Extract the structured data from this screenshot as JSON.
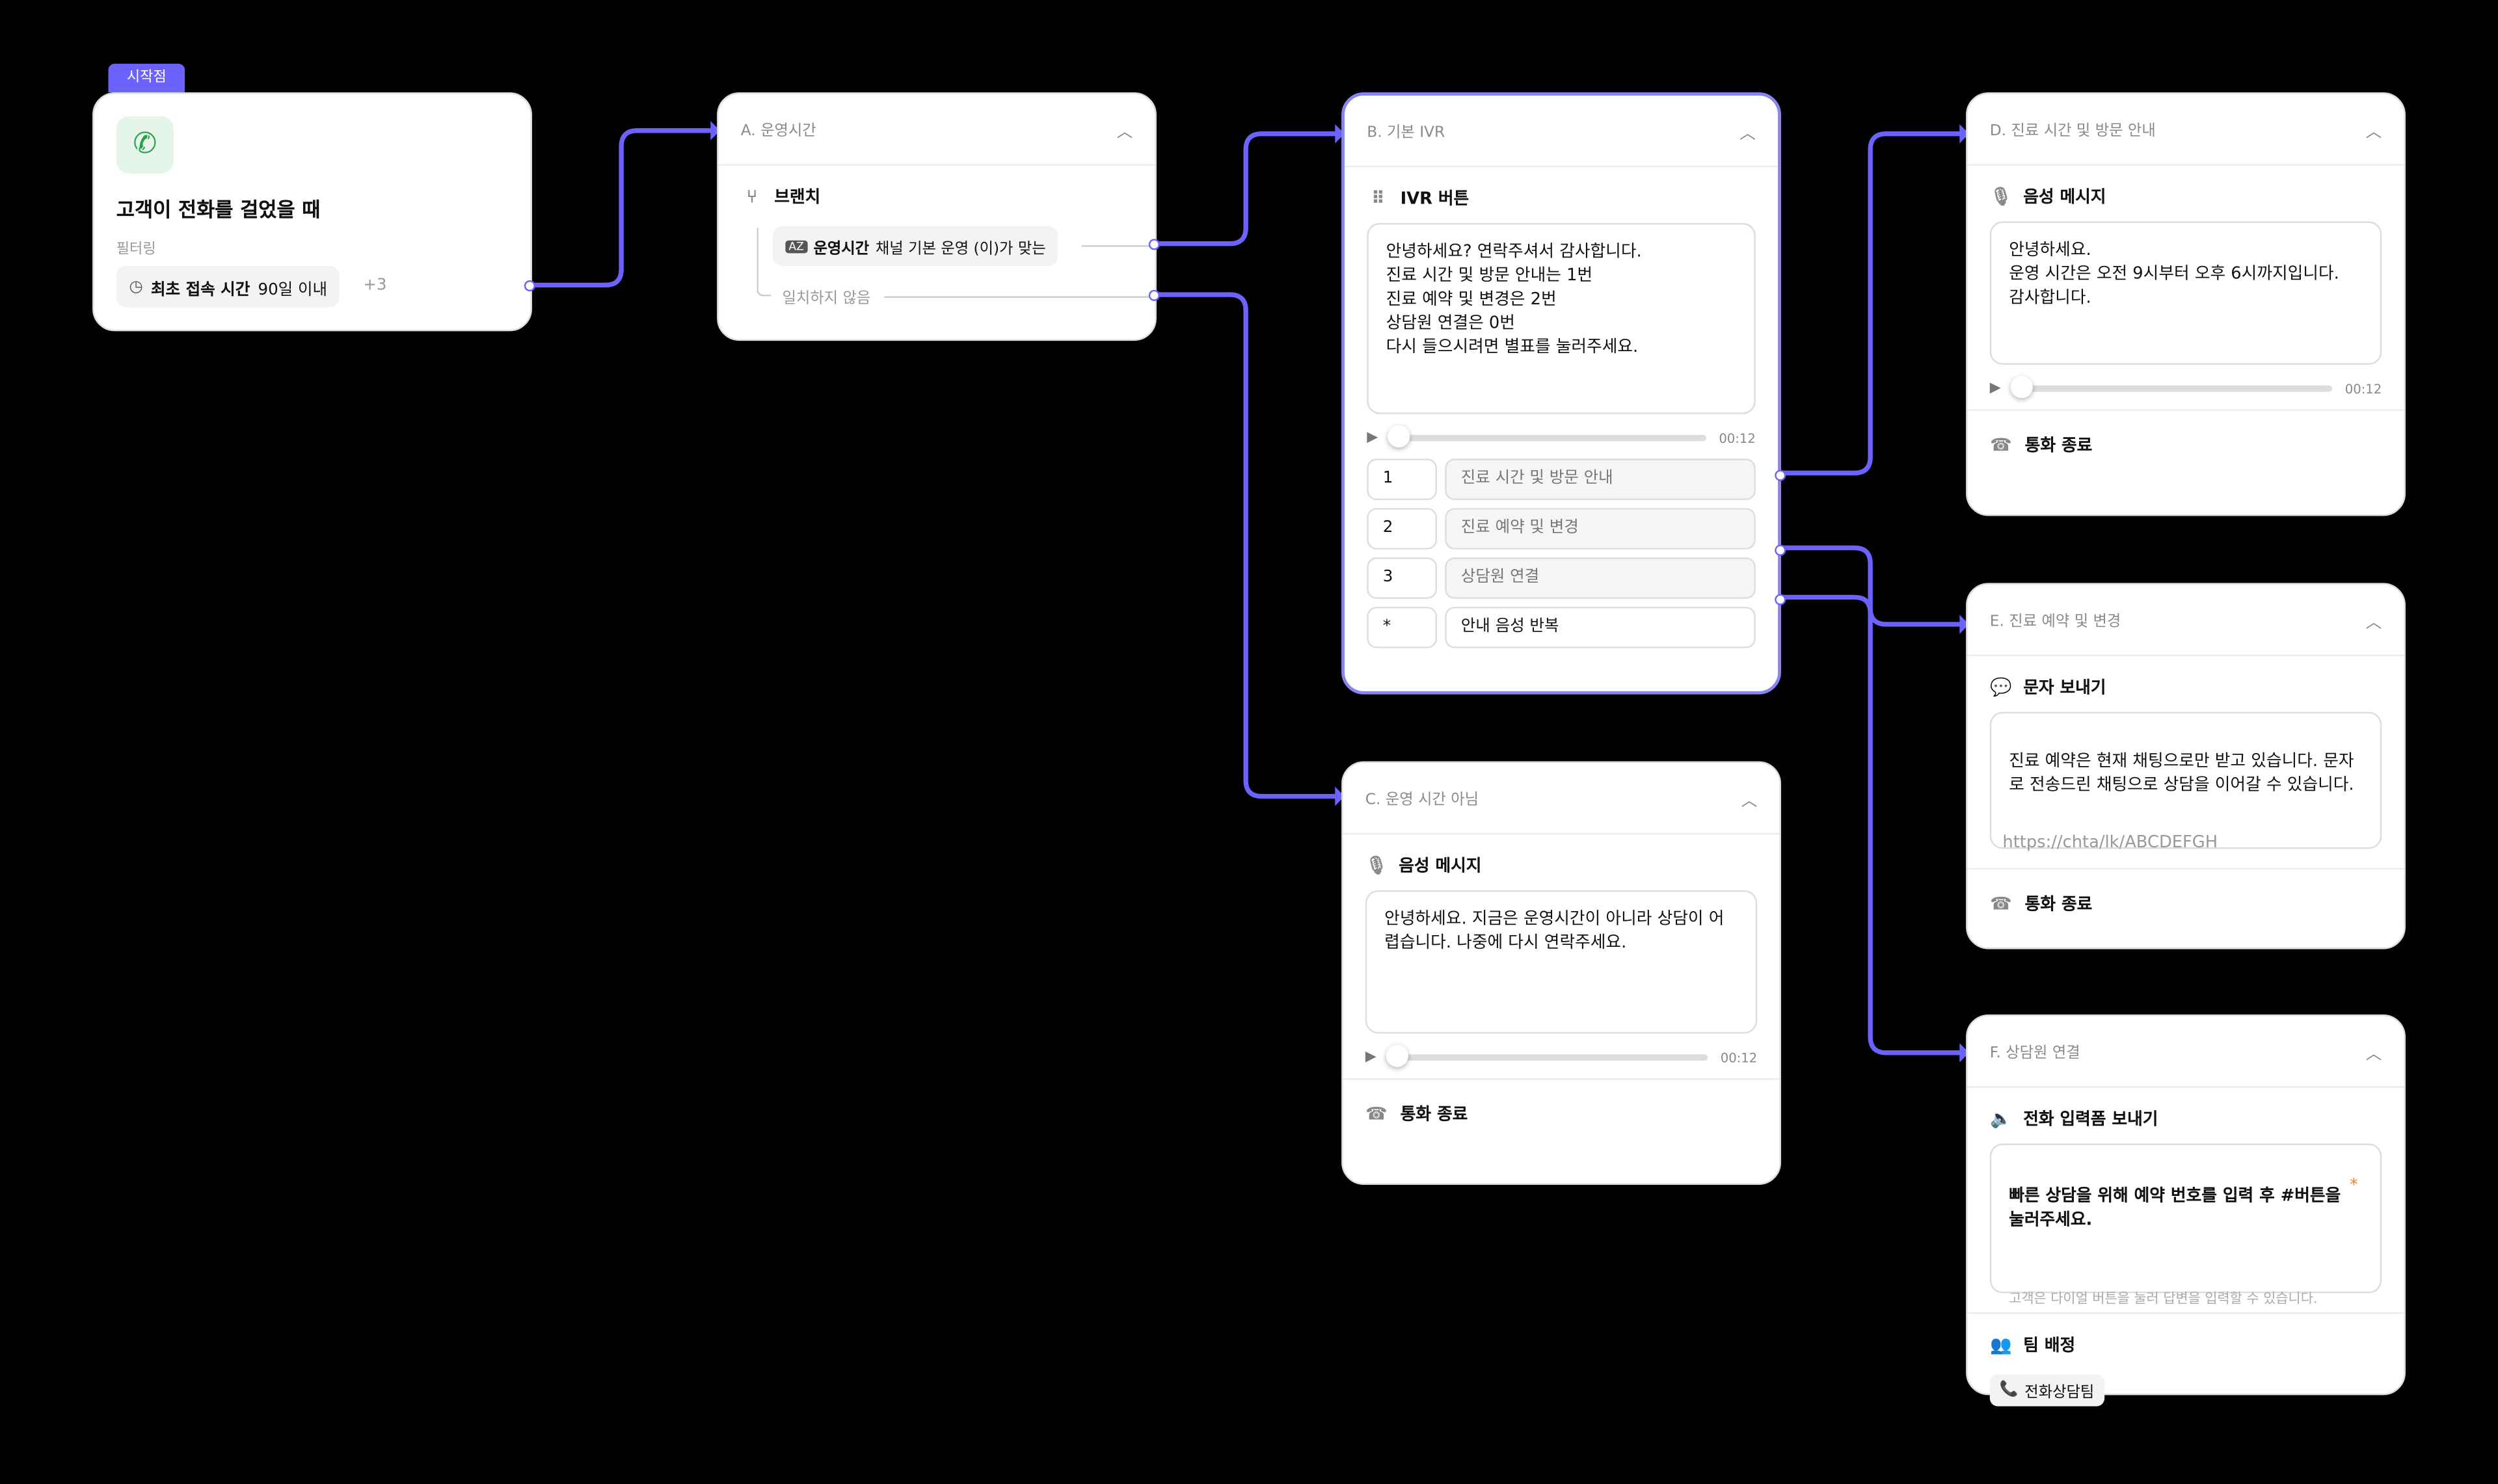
{
  "accent": "#6c63ff",
  "start": {
    "badge": "시작점",
    "icon": "phone-incoming-icon",
    "title": "고객이 전화를 걸었을 때",
    "filter_label": "필터링",
    "filter_name": "최초 접속 시간",
    "filter_value": "90일 이내",
    "more": "+3"
  },
  "node_a": {
    "title": "A. 운영시간",
    "section": "브랜치",
    "condition_field": "운영시간",
    "condition_text": "채널 기본 운영 (이)가 맞는",
    "else_label": "일치하지 않음"
  },
  "node_b": {
    "title": "B. 기본 IVR",
    "section": "IVR 버튼",
    "message": "안녕하세요? 연락주셔서 감사합니다.\n진료 시간 및 방문 안내는 1번\n진료 예약 및 변경은 2번\n상담원 연결은 0번\n다시 들으시려면 별표를 눌러주세요.",
    "duration": "00:12",
    "progress": 0,
    "buttons": [
      {
        "key": "1",
        "label": "진료 시간 및 방문 안내"
      },
      {
        "key": "2",
        "label": "진료 예약 및 변경"
      },
      {
        "key": "3",
        "label": "상담원 연결"
      },
      {
        "key": "*",
        "label": "안내 음성 반복"
      }
    ]
  },
  "node_c": {
    "title": "C. 운영 시간 아님",
    "section": "음성 메시지",
    "message": "안녕하세요. 지금은 운영시간이 아니라 상담이 어렵습니다. 나중에 다시 연락주세요.",
    "duration": "00:12",
    "progress": 0,
    "end": "통화 종료"
  },
  "node_d": {
    "title": "D. 진료 시간 및 방문 안내",
    "section": "음성 메시지",
    "message": "안녕하세요.\n운영 시간은 오전 9시부터 오후 6시까지입니다.\n감사합니다.",
    "duration": "00:12",
    "progress": 0,
    "end": "통화 종료"
  },
  "node_e": {
    "title": "E. 진료 예약 및 변경",
    "section": "문자 보내기",
    "message": "진료 예약은 현재 채팅으로만 받고 있습니다. 문자로 전송드린 채팅으로 상담을 이어갈 수 있습니다.",
    "link": "https://chta/lk/ABCDEFGH",
    "end": "통화 종료"
  },
  "node_f": {
    "title": "F. 상담원 연결",
    "section": "전화 입력폼 보내기",
    "prompt": "빠른 상담을 위해 예약 번호를 입력 후 #버튼을 눌러주세요.",
    "required": "*",
    "hint": "고객은 다이얼 버튼을 눌러 답변을 입력할 수 있습니다.",
    "team_section": "팀 배정",
    "team": "전화상담팀"
  }
}
